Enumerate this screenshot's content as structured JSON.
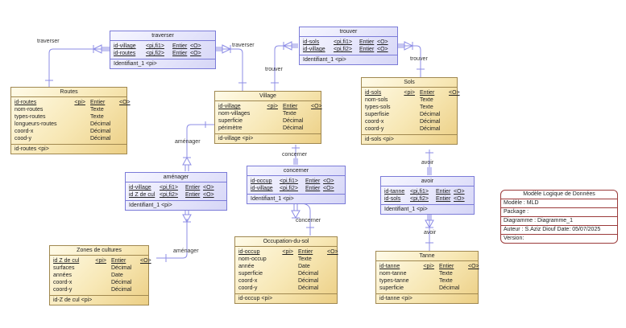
{
  "entities": {
    "routes": {
      "title": "Routes",
      "attributes": [
        {
          "name": "id-routes",
          "tag": "<pi>",
          "type": "Entier",
          "mand": "<O>",
          "key": true
        },
        {
          "name": "nom-routes",
          "tag": "",
          "type": "Texte",
          "mand": "",
          "key": false
        },
        {
          "name": "types-routes",
          "tag": "",
          "type": "Texte",
          "mand": "",
          "key": false
        },
        {
          "name": "longueurs-routes",
          "tag": "",
          "type": "Décimal",
          "mand": "",
          "key": false
        },
        {
          "name": "coord-x",
          "tag": "",
          "type": "Décimal",
          "mand": "",
          "key": false
        },
        {
          "name": "cood-y",
          "tag": "",
          "type": "Décimal",
          "mand": "",
          "key": false
        }
      ],
      "identifier": "id-routes   <pi>"
    },
    "village": {
      "title": "Village",
      "attributes": [
        {
          "name": "id-village",
          "tag": "<pi>",
          "type": "Entier",
          "mand": "<O>",
          "key": true
        },
        {
          "name": "nom-villages",
          "tag": "",
          "type": "Texte",
          "mand": "",
          "key": false
        },
        {
          "name": "superficie",
          "tag": "",
          "type": "Décimal",
          "mand": "",
          "key": false
        },
        {
          "name": "périmètre",
          "tag": "",
          "type": "Décimal",
          "mand": "",
          "key": false
        }
      ],
      "identifier": "id-village   <pi>"
    },
    "sols": {
      "title": "Sols",
      "attributes": [
        {
          "name": "id-sols",
          "tag": "<pi>",
          "type": "Entier",
          "mand": "<O>",
          "key": true
        },
        {
          "name": "nom-sols",
          "tag": "",
          "type": "Texte",
          "mand": "",
          "key": false
        },
        {
          "name": "types-sols",
          "tag": "",
          "type": "Texte",
          "mand": "",
          "key": false
        },
        {
          "name": "superfisie",
          "tag": "",
          "type": "Décimal",
          "mand": "",
          "key": false
        },
        {
          "name": "coord-x",
          "tag": "",
          "type": "Décimal",
          "mand": "",
          "key": false
        },
        {
          "name": "coord-y",
          "tag": "",
          "type": "Décimal",
          "mand": "",
          "key": false
        }
      ],
      "identifier": "id-sols   <pi>"
    },
    "zones": {
      "title": "Zones de cultures",
      "attributes": [
        {
          "name": "id Z de cul",
          "tag": "<pi>",
          "type": "Entier",
          "mand": "<O>",
          "key": true
        },
        {
          "name": "surfaces",
          "tag": "",
          "type": "Décimal",
          "mand": "",
          "key": false
        },
        {
          "name": "années",
          "tag": "",
          "type": "Date",
          "mand": "",
          "key": false
        },
        {
          "name": "coord-x",
          "tag": "",
          "type": "Décimal",
          "mand": "",
          "key": false
        },
        {
          "name": "coord-y",
          "tag": "",
          "type": "Décimal",
          "mand": "",
          "key": false
        }
      ],
      "identifier": "id-Z de cul   <pi>"
    },
    "occupation": {
      "title": "Occupation-du-sol",
      "attributes": [
        {
          "name": "id-occup",
          "tag": "<pi>",
          "type": "Entier",
          "mand": "<O>",
          "key": true
        },
        {
          "name": "nom-occup",
          "tag": "",
          "type": "Texte",
          "mand": "",
          "key": false
        },
        {
          "name": "année",
          "tag": "",
          "type": "Date",
          "mand": "",
          "key": false
        },
        {
          "name": "superficie",
          "tag": "",
          "type": "Décimal",
          "mand": "",
          "key": false
        },
        {
          "name": "coord-x",
          "tag": "",
          "type": "Décimal",
          "mand": "",
          "key": false
        },
        {
          "name": "coord-y",
          "tag": "",
          "type": "Décimal",
          "mand": "",
          "key": false
        }
      ],
      "identifier": "id-occup   <pi>"
    },
    "tanne": {
      "title": "Tanne",
      "attributes": [
        {
          "name": "id-tanne",
          "tag": "<pi>",
          "type": "Entier",
          "mand": "<O>",
          "key": true
        },
        {
          "name": "nom-tanne",
          "tag": "",
          "type": "Texte",
          "mand": "",
          "key": false
        },
        {
          "name": "types-tanne",
          "tag": "",
          "type": "Texte",
          "mand": "",
          "key": false
        },
        {
          "name": "superficie",
          "tag": "",
          "type": "Décimal",
          "mand": "",
          "key": false
        }
      ],
      "identifier": "id-tanne   <pi>"
    }
  },
  "associations": {
    "traverser": {
      "title": "traverser",
      "attributes": [
        {
          "name": "id-village",
          "tag": "<pi,fi1>",
          "type": "Entier",
          "mand": "<O>"
        },
        {
          "name": "id-routes",
          "tag": "<pi,fi2>",
          "type": "Entier",
          "mand": "<O>"
        }
      ],
      "identifier": "Identifiant_1   <pi>"
    },
    "trouver": {
      "title": "trouver",
      "attributes": [
        {
          "name": "id-sols",
          "tag": "<pi,fi1>",
          "type": "Entier",
          "mand": "<O>"
        },
        {
          "name": "id-village",
          "tag": "<pi,fi2>",
          "type": "Entier",
          "mand": "<O>"
        }
      ],
      "identifier": "Identifiant_1   <pi>"
    },
    "amenager": {
      "title": "aménager",
      "attributes": [
        {
          "name": "id-village",
          "tag": "<pi,fi1>",
          "type": "Entier",
          "mand": "<O>"
        },
        {
          "name": "id Z de cul",
          "tag": "<pi,fi2>",
          "type": "Entier",
          "mand": "<O>"
        }
      ],
      "identifier": "Identifiant_1   <pi>"
    },
    "concerner": {
      "title": "concerner",
      "attributes": [
        {
          "name": "id-occup",
          "tag": "<pi,fi1>",
          "type": "Entier",
          "mand": "<O>"
        },
        {
          "name": "id-village",
          "tag": "<pi,fi2>",
          "type": "Entier",
          "mand": "<O>"
        }
      ],
      "identifier": "Identifiant_1   <pi>"
    },
    "avoir": {
      "title": "avoir",
      "attributes": [
        {
          "name": "id-tanne",
          "tag": "<pi,fi1>",
          "type": "Entier",
          "mand": "<O>"
        },
        {
          "name": "id-sols",
          "tag": "<pi,fi2>",
          "type": "Entier",
          "mand": "<O>"
        }
      ],
      "identifier": "Identifiant_1   <pi>"
    }
  },
  "link_labels": {
    "traverser_left": "traverser",
    "traverser_right": "traverser",
    "trouver_left": "trouver",
    "trouver_right": "trouver",
    "amenager_top": "aménager",
    "amenager_bottom": "aménager",
    "concerner_top": "concerner",
    "concerner_bottom": "concerner",
    "avoir_top": "avoir",
    "avoir_bottom": "avoir"
  },
  "info_box": {
    "header": "Modèle Logique de Données",
    "model": "Modèle : MLD",
    "package": "Package :",
    "diagram": "Diagramme : Diagramme_1",
    "author": "Auteur : S.Aziz Diouf   Date: 05/07/2025",
    "version": "Version:"
  },
  "colors": {
    "entity_border": "#a08850",
    "association_border": "#7b7bd8",
    "link": "#8c8ce6",
    "info_border": "#9b3a3a"
  }
}
